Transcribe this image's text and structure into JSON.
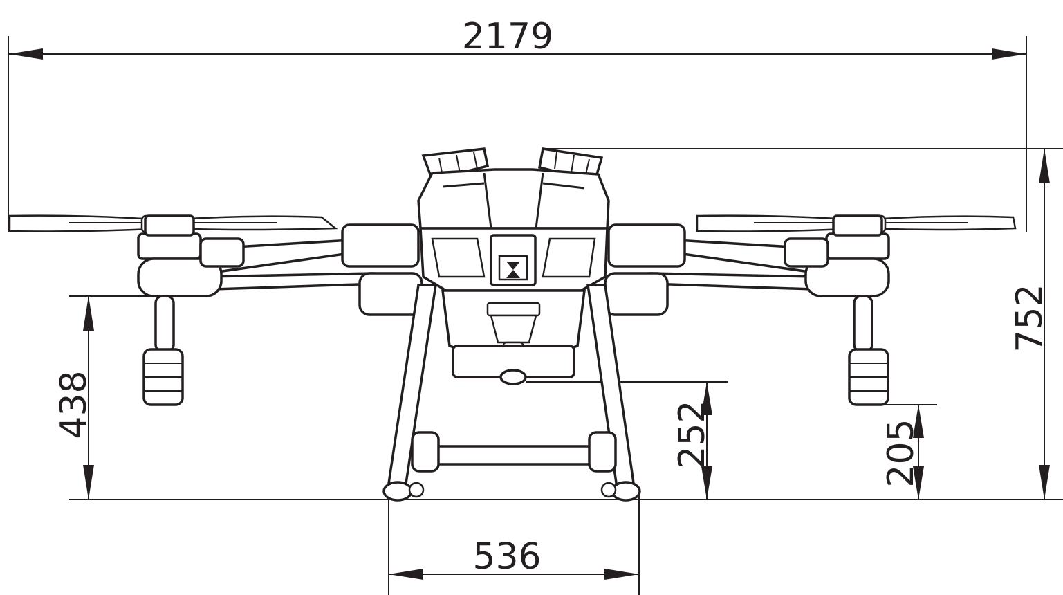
{
  "dimensions": {
    "overall_width": "2179",
    "overall_height": "752",
    "arm_height": "438",
    "body_clearance": "252",
    "nozzle_clearance": "205",
    "landing_gear_width": "536"
  }
}
